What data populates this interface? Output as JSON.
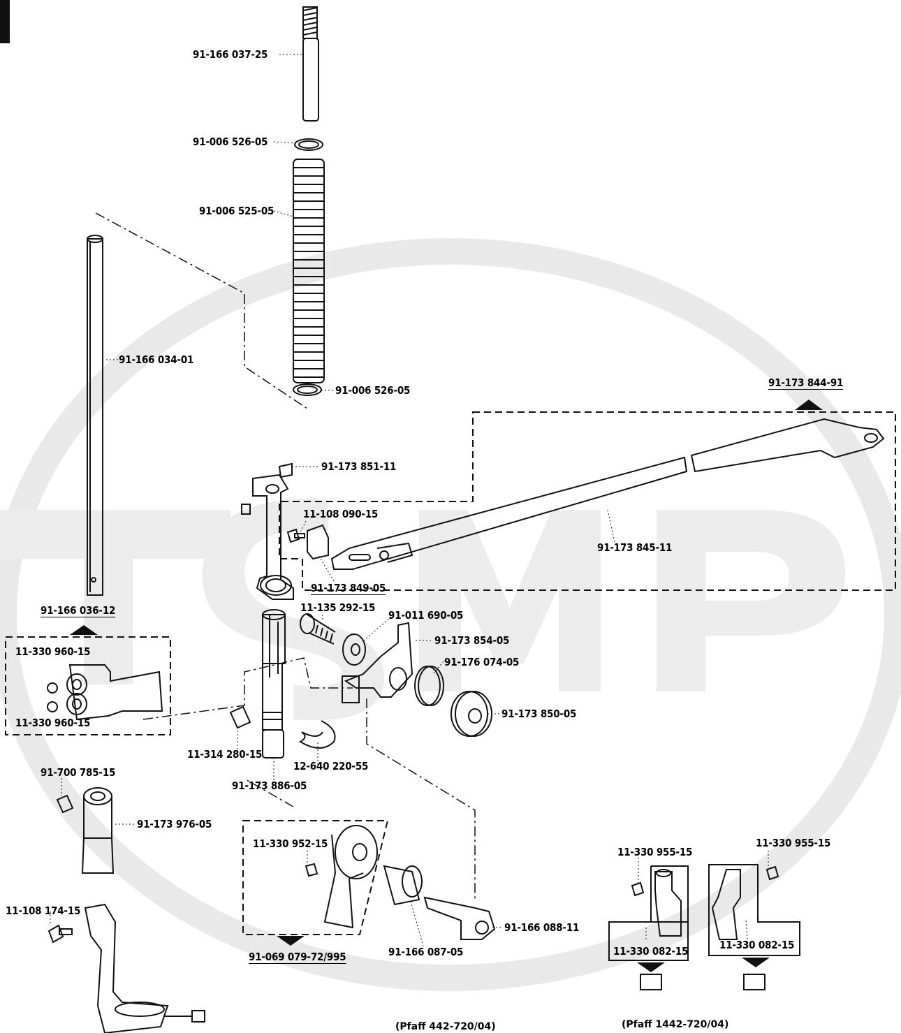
{
  "watermark": {
    "text": "TSMP",
    "color": "#e6e6e6"
  },
  "labels": {
    "p01": "91-166 037-25",
    "p02": "91-006 526-05",
    "p03": "91-006 525-05",
    "p04": "91-166 034-01",
    "p05": "91-006 526-05",
    "p06": "91-173 844-91",
    "p07": "91-173 851-11",
    "p08": "11-108 090-15",
    "p09": "91-173 845-11",
    "p10": "91-173 849-05",
    "p11": "91-166 036-12",
    "p12": "11-135 292-15",
    "p13": "91-011 690-05",
    "p14": "91-173 854-05",
    "p15": "91-176 074-05",
    "p16": "11-330 960-15",
    "p17": "11-330 960-15",
    "p18": "91-173 850-05",
    "p19": "11-314 280-15",
    "p20": "12-640 220-55",
    "p21": "91-173 886-05",
    "p22": "91-700 785-15",
    "p23": "91-173 976-05",
    "p24": "11-330 952-15",
    "p25": "11-330 955-15",
    "p26": "11-330 955-15",
    "p27": "11-108 174-15",
    "p28": "91-166 088-11",
    "p29": "11-330 082-15",
    "p30": "11-330 082-15",
    "p31": "91-069 079-72/995",
    "p32": "91-166 087-05"
  },
  "footnotes": {
    "left": "(Pfaff 442-720/04)",
    "right": "(Pfaff 1442-720/04)"
  },
  "colors": {
    "ink": "#111111",
    "paper": "#ffffff"
  }
}
